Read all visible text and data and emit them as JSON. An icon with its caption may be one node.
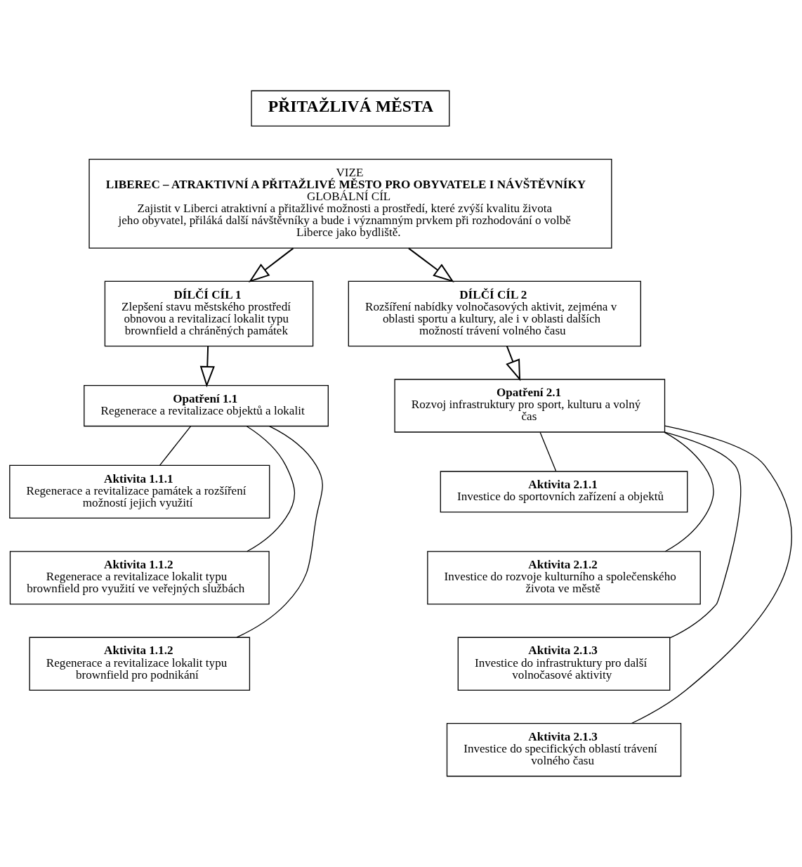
{
  "diagram": {
    "nodes": [
      {
        "text": [
          "PŘITAŽLIVÁ MĚSTA"
        ]
      },
      {
        "text": [
          "VIZE",
          "LIBEREC – ATRAKTIVNÍ A PŘITAŽLIVÉ MĚSTO PRO OBYVATELE I NÁVŠTĚVNÍKY",
          "GLOBÁLNÍ CÍL",
          "Zajistit v Liberci atraktivní a přitažlivé možnosti a prostředí, které zvýší kvalitu života jeho obyvatel, přiláká další návštěvníky a bude i významným prvkem při rozhodování o volbě Liberce jako bydliště."
        ]
      },
      {
        "text": [
          "DÍLČÍ CÍL 1",
          "Zlepšení stavu městského prostředí obnovou a revitalizací lokalit typu brownfield a chráněných památek"
        ]
      },
      {
        "text": [
          "DÍLČÍ CÍL 2",
          "Rozšíření nabídky volnočasových aktivit, zejména v oblasti sportu a kultury, ale i v oblasti dalších možností trávení volného času"
        ]
      },
      {
        "text": [
          "Opatření 1.1",
          "Regenerace a revitalizace objektů a lokalit"
        ]
      },
      {
        "text": [
          "Opatření 2.1",
          "Rozvoj infrastruktury pro sport, kulturu a volný čas"
        ]
      },
      {
        "text": [
          "Aktivita 1.1.1",
          "Regenerace a revitalizace památek a rozšíření možností jejich využití"
        ]
      },
      {
        "text": [
          "Aktivita 1.1.2",
          "Regenerace a revitalizace lokalit typu brownfield pro využití ve veřejných službách"
        ]
      },
      {
        "text": [
          "Aktivita 1.1.2",
          "Regenerace a revitalizace lokalit typu brownfield pro podnikání"
        ]
      },
      {
        "text": [
          "Aktivita 2.1.1",
          "Investice do sportovních zařízení a objektů"
        ]
      },
      {
        "text": [
          "Aktivita 2.1.2",
          "Investice do rozvoje kulturního a společenského života ve městě"
        ]
      },
      {
        "text": [
          "Aktivita 2.1.3",
          "Investice do infrastruktury pro další volnočasové aktivity"
        ]
      },
      {
        "text": [
          "Aktivita 2.1.3",
          "Investice do specifických oblastí trávení volného času"
        ]
      }
    ],
    "edges": [
      {
        "from": 1,
        "to": 2,
        "arrow": "to"
      },
      {
        "from": 1,
        "to": 3,
        "arrow": "to"
      },
      {
        "from": 2,
        "to": 4,
        "arrow": "to"
      },
      {
        "from": 3,
        "to": 5,
        "arrow": "to"
      },
      {
        "from": 4,
        "to": 6,
        "arrow": "none"
      },
      {
        "from": 4,
        "to": 7,
        "arrow": "none"
      },
      {
        "from": 4,
        "to": 8,
        "arrow": "none"
      },
      {
        "from": 5,
        "to": 9,
        "arrow": "none"
      },
      {
        "from": 5,
        "to": 10,
        "arrow": "none"
      },
      {
        "from": 5,
        "to": 11,
        "arrow": "none"
      },
      {
        "from": 5,
        "to": 12,
        "arrow": "none"
      }
    ]
  }
}
